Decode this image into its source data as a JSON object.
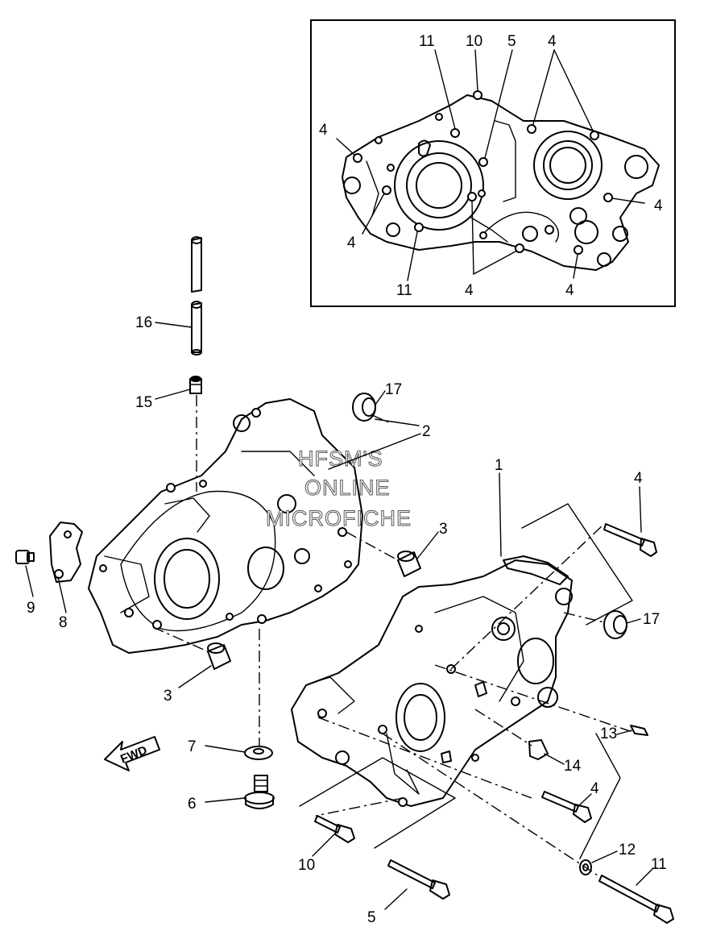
{
  "inset": {
    "callouts": {
      "c11_top": "11",
      "c10": "10",
      "c5": "5",
      "c4_topright": "4",
      "c4_left": "4",
      "c4_right": "4",
      "c4_lowerleft": "4",
      "c11_bottom": "11",
      "c4_bottom_center": "4",
      "c4_bottom_right": "4"
    }
  },
  "watermark": {
    "line1": "HFSM'S",
    "line2": "ONLINE",
    "line3": "MICROFICHE"
  },
  "fwd_label": "FWD",
  "callouts": {
    "c1": "1",
    "c2": "2",
    "c3_upper": "3",
    "c3_lower": "3",
    "c4_upper": "4",
    "c4_lower": "4",
    "c5": "5",
    "c6": "6",
    "c7": "7",
    "c8": "8",
    "c9": "9",
    "c10": "10",
    "c11": "11",
    "c12": "12",
    "c13": "13",
    "c14": "14",
    "c15": "15",
    "c16": "16",
    "c17_upper": "17",
    "c17_lower": "17"
  }
}
